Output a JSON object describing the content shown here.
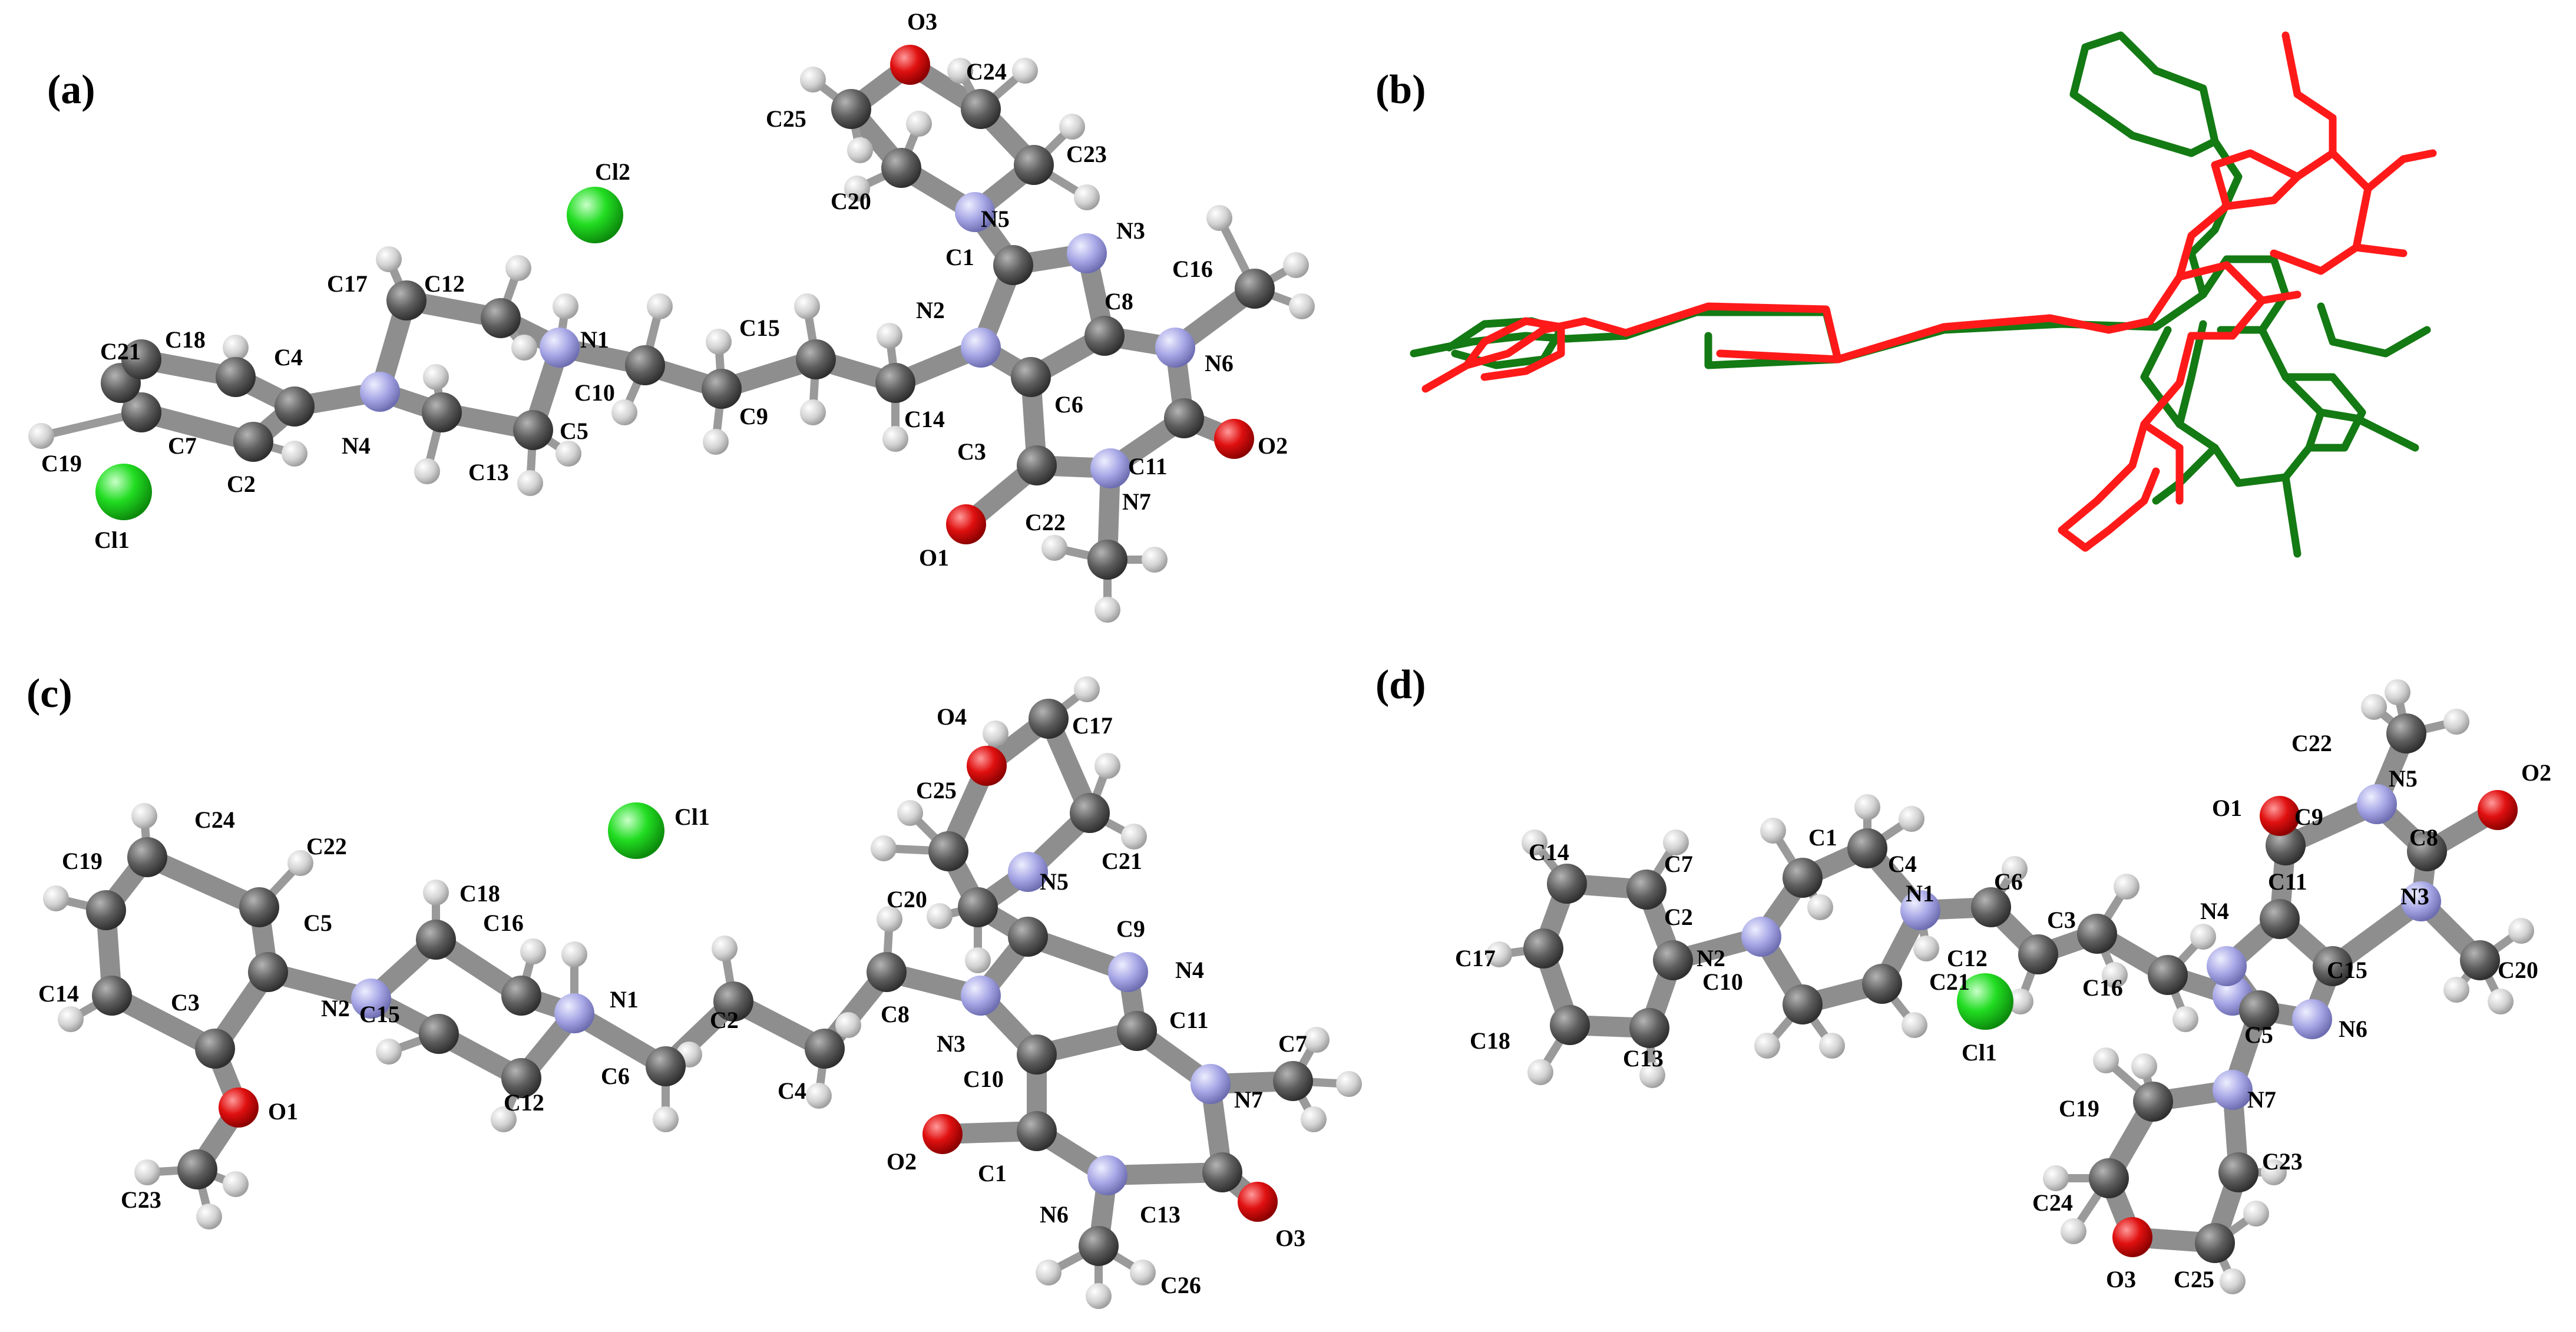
{
  "panel_labels": {
    "a": "(a)",
    "b": "(b)",
    "c": "(c)",
    "d": "(d)"
  },
  "colors": {
    "carbon": "#5a5a5a",
    "hydrogen": "#d8d8d8",
    "nitrogen": "#a6a6e8",
    "oxygen": "#e01010",
    "chlorine": "#22dd22",
    "overlay_red": "#ff1a1a",
    "overlay_green": "#147a14"
  },
  "panels": {
    "a": {
      "atom_labels": [
        "O3",
        "C24",
        "C25",
        "C23",
        "C20",
        "N5",
        "N3",
        "Cl2",
        "C1",
        "C16",
        "C12",
        "C8",
        "N2",
        "C17",
        "C18",
        "N1",
        "C15",
        "C21",
        "C4",
        "C10",
        "N6",
        "C6",
        "C9",
        "C14",
        "C5",
        "N4",
        "C19",
        "C7",
        "C2",
        "C13",
        "C3",
        "O2",
        "C11",
        "N7",
        "Cl1",
        "C22",
        "O1"
      ]
    },
    "c": {
      "atom_labels": [
        "O4",
        "C17",
        "Cl1",
        "C25",
        "C24",
        "C22",
        "C21",
        "C19",
        "C5",
        "N5",
        "C18",
        "C20",
        "C16",
        "C9",
        "N4",
        "N2",
        "N1",
        "C14",
        "C3",
        "C15",
        "C2",
        "C8",
        "C11",
        "N3",
        "C12",
        "C6",
        "C4",
        "C7",
        "C10",
        "O1",
        "N7",
        "C23",
        "O2",
        "C1",
        "C13",
        "N6",
        "O3",
        "C26"
      ]
    },
    "d": {
      "atom_labels": [
        "C22",
        "O2",
        "N5",
        "O1",
        "C9",
        "C8",
        "C1",
        "C4",
        "C14",
        "C7",
        "N1",
        "C6",
        "C11",
        "N3",
        "C2",
        "C3",
        "C17",
        "N2",
        "C12",
        "N4",
        "C15",
        "C20",
        "C10",
        "C21",
        "C16",
        "N6",
        "C5",
        "C18",
        "C13",
        "Cl1",
        "N7",
        "C19",
        "C23",
        "C24",
        "O3",
        "C25"
      ]
    }
  }
}
